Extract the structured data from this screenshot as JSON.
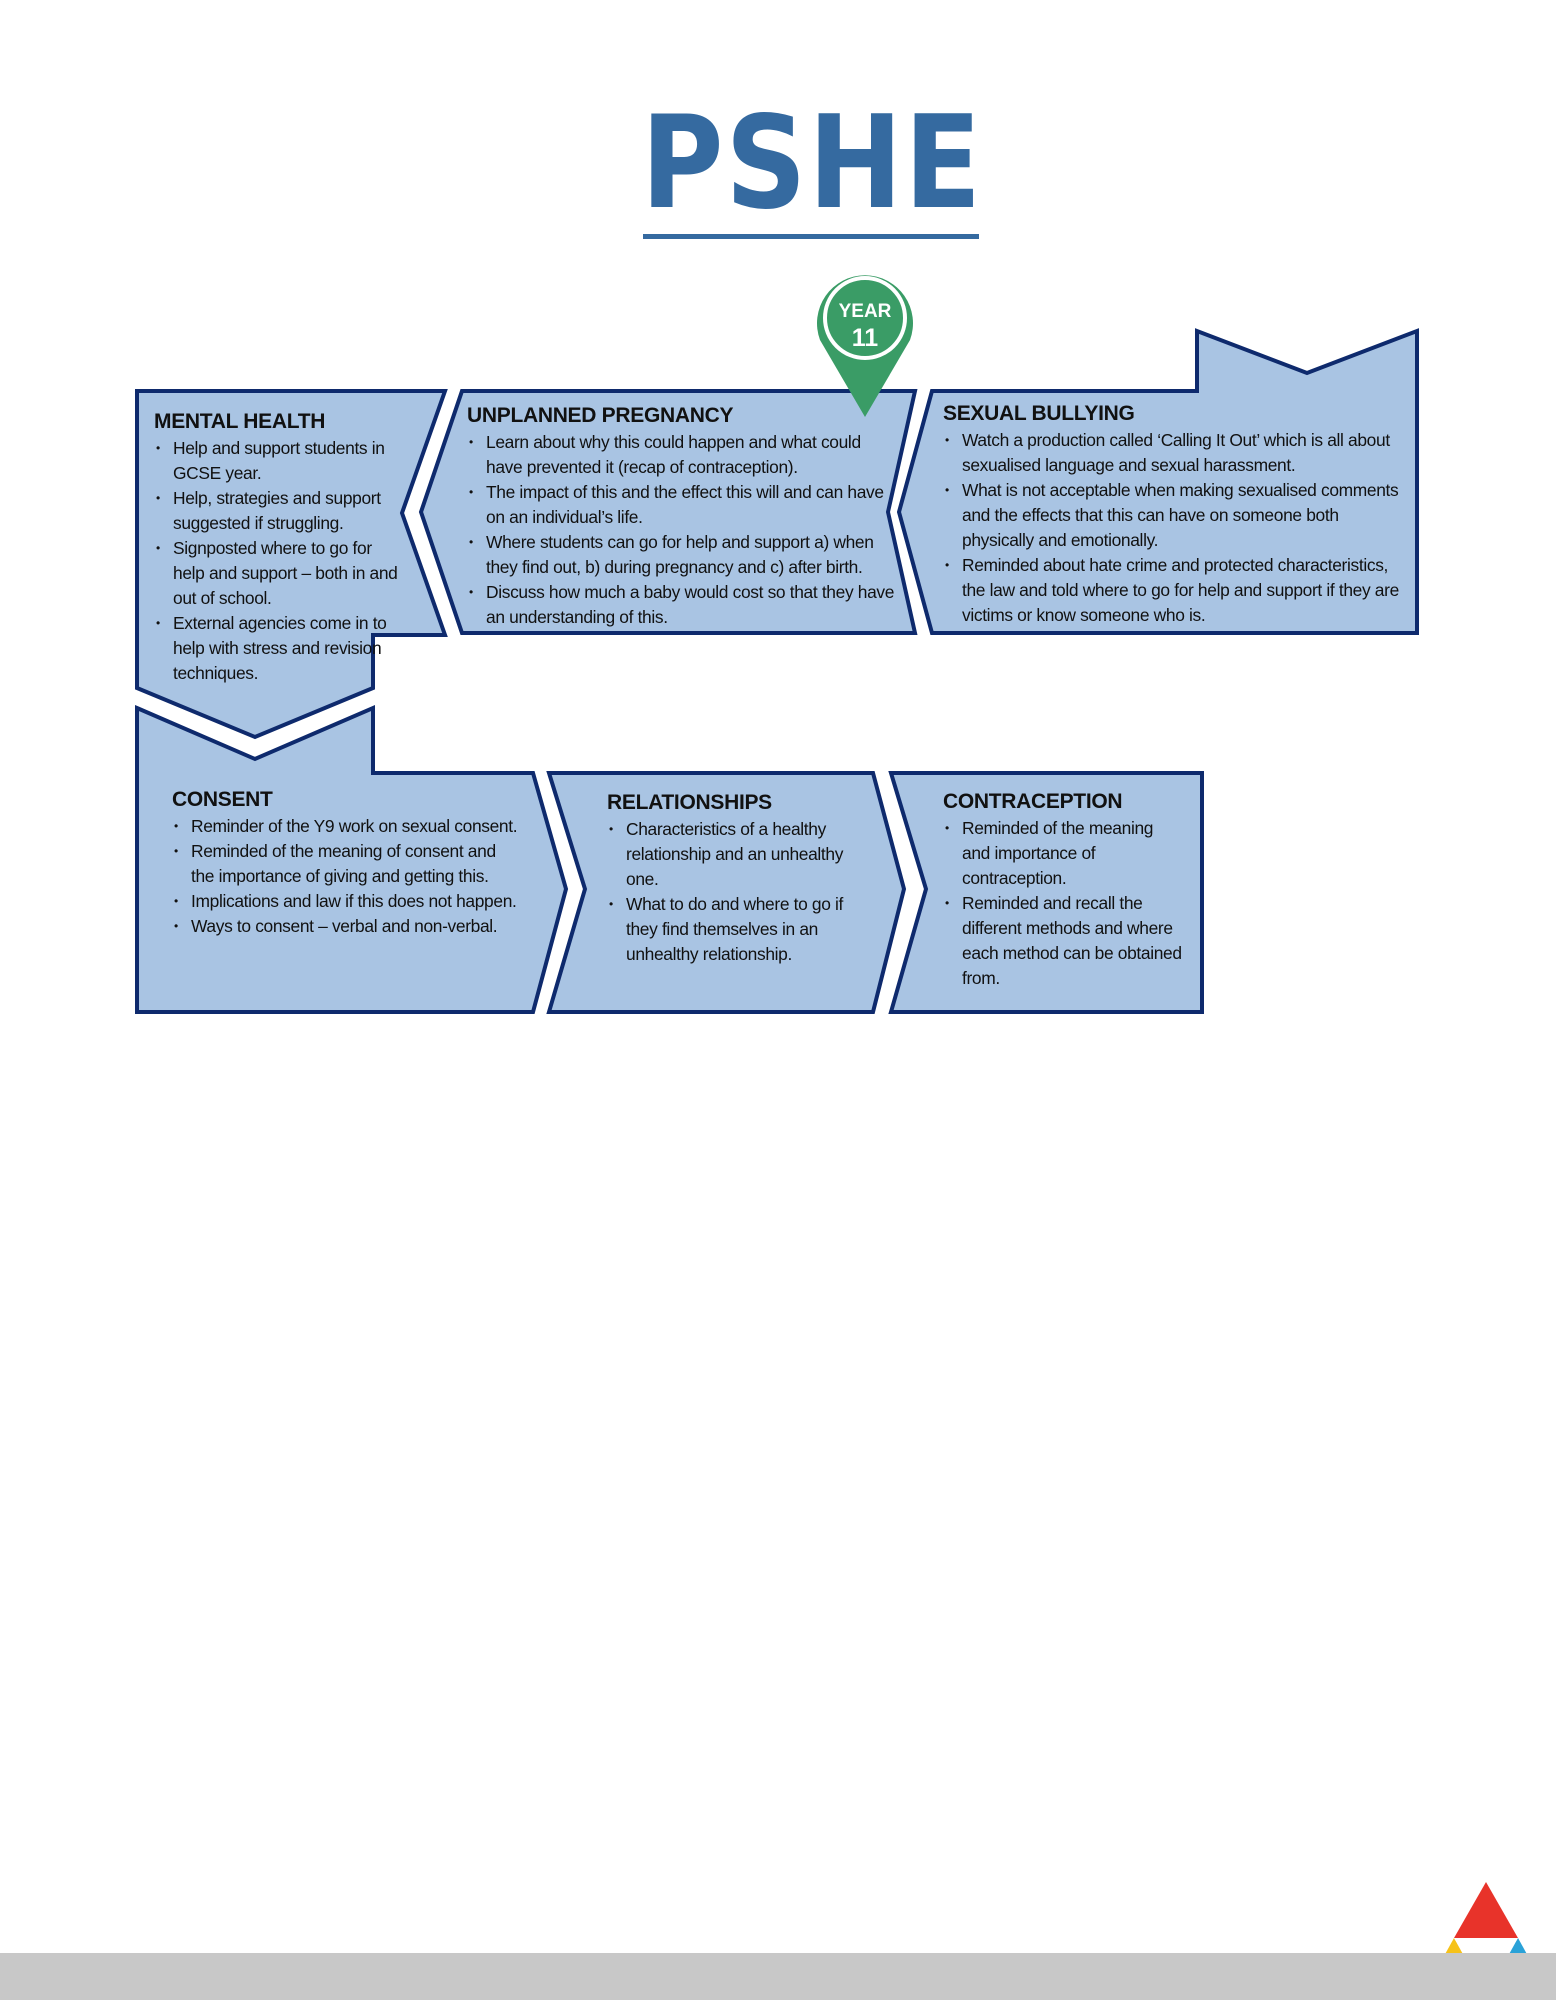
{
  "title": "PSHE",
  "pin": {
    "line1": "YEAR",
    "line2": "11",
    "color": "#3a9c66"
  },
  "colors": {
    "box_fill": "#a9c4e3",
    "box_stroke": "#0e2a6d",
    "title": "#356aa0"
  },
  "sections": {
    "mental_health": {
      "title": "MENTAL HEALTH",
      "bullets": [
        "Help and support students in GCSE year.",
        "Help, strategies and support suggested if struggling.",
        "Signposted where to go for help and support – both in and out of school.",
        "External agencies come in to help with stress and revision techniques."
      ]
    },
    "unplanned_pregnancy": {
      "title": "UNPLANNED PREGNANCY",
      "bullets": [
        "Learn about why this could happen and what could have prevented it (recap of contraception).",
        "The impact of this and the effect this will and can have on an individual’s life.",
        "Where students can go for help and support a) when they find out, b) during pregnancy and c) after birth.",
        "Discuss how much a baby would cost so that they have an understanding of this."
      ]
    },
    "sexual_bullying": {
      "title": "SEXUAL BULLYING",
      "bullets": [
        "Watch a production called ‘Calling It Out’ which is all about sexualised language and sexual harassment.",
        "What is not acceptable when making sexualised comments and the effects that this can have on someone both physically and emotionally.",
        "Reminded about hate crime and protected characteristics, the law and told where to go for help and support if they are victims or know someone who is."
      ]
    },
    "consent": {
      "title": "CONSENT",
      "bullets": [
        "Reminder of the Y9 work on sexual consent.",
        "Reminded of the meaning of consent and the importance of giving and getting this.",
        "Implications and law if this does not happen.",
        "Ways to consent – verbal and non-verbal."
      ]
    },
    "relationships": {
      "title": "RELATIONSHIPS",
      "bullets": [
        "Characteristics of a healthy relationship and an unhealthy one.",
        "What to do and where to go if they find themselves in an unhealthy relationship."
      ]
    },
    "contraception": {
      "title": "CONTRACEPTION",
      "bullets": [
        "Reminded of the meaning and importance of contraception.",
        "Reminded and recall the different methods and where each method can be obtained from."
      ]
    }
  },
  "logo": {
    "colors": [
      "#e8332a",
      "#f6c21a",
      "#2aa2d8"
    ]
  }
}
